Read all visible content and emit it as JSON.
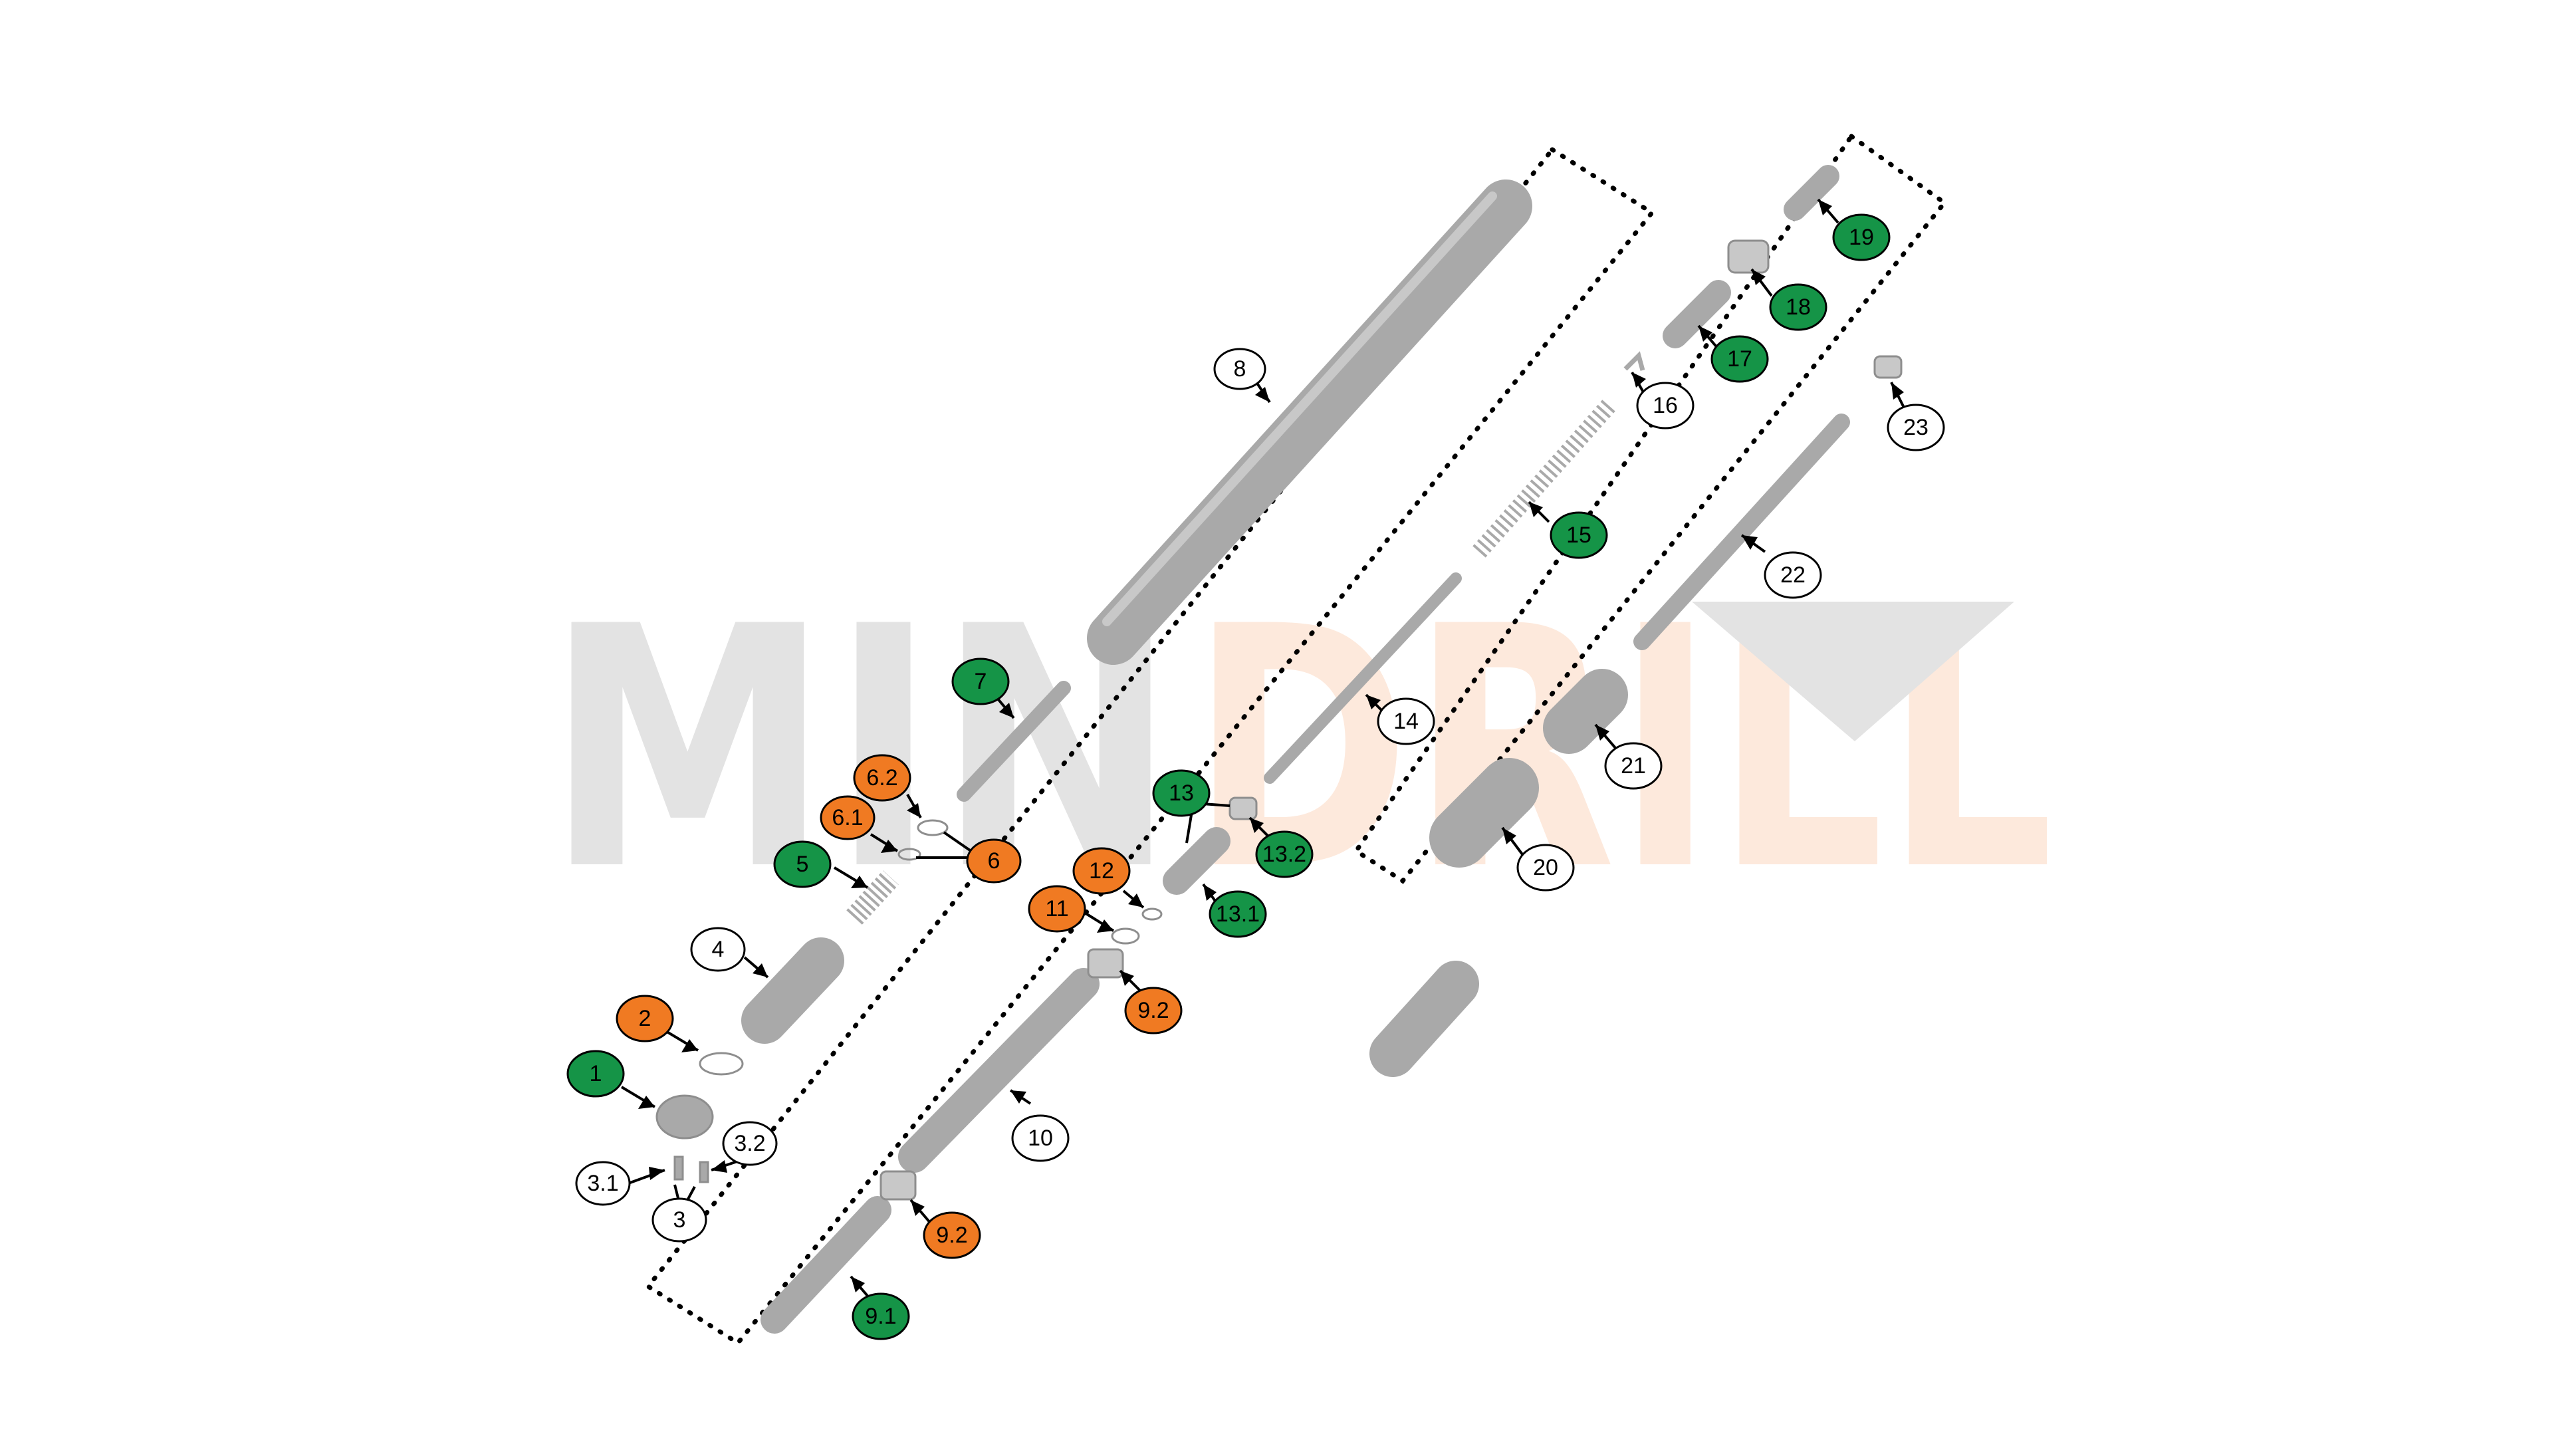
{
  "watermark": {
    "left": "MIN",
    "right": "DRILL"
  },
  "colors": {
    "green": "#159447",
    "orange": "#f07a22",
    "white": "#ffffff",
    "part_fill": "#a9a9a9",
    "part_light": "#c8c8c8",
    "watermark_gray": "#e3e3e3",
    "watermark_orange": "#fde9dc"
  },
  "callouts": [
    {
      "label": "1",
      "color": "green"
    },
    {
      "label": "2",
      "color": "orange"
    },
    {
      "label": "3",
      "color": "white"
    },
    {
      "label": "3.1",
      "color": "white"
    },
    {
      "label": "3.2",
      "color": "white"
    },
    {
      "label": "4",
      "color": "white"
    },
    {
      "label": "5",
      "color": "green"
    },
    {
      "label": "6",
      "color": "orange"
    },
    {
      "label": "6.1",
      "color": "orange"
    },
    {
      "label": "6.2",
      "color": "orange"
    },
    {
      "label": "7",
      "color": "green"
    },
    {
      "label": "8",
      "color": "white"
    },
    {
      "label": "9.1",
      "color": "green"
    },
    {
      "label": "9.2",
      "color": "orange"
    },
    {
      "label": "9.2",
      "color": "orange"
    },
    {
      "label": "10",
      "color": "white"
    },
    {
      "label": "11",
      "color": "orange"
    },
    {
      "label": "12",
      "color": "orange"
    },
    {
      "label": "13",
      "color": "green"
    },
    {
      "label": "13.1",
      "color": "green"
    },
    {
      "label": "13.2",
      "color": "green"
    },
    {
      "label": "14",
      "color": "white"
    },
    {
      "label": "15",
      "color": "green"
    },
    {
      "label": "16",
      "color": "white"
    },
    {
      "label": "17",
      "color": "green"
    },
    {
      "label": "18",
      "color": "green"
    },
    {
      "label": "19",
      "color": "green"
    },
    {
      "label": "20",
      "color": "white"
    },
    {
      "label": "21",
      "color": "white"
    },
    {
      "label": "22",
      "color": "white"
    },
    {
      "label": "23",
      "color": "white"
    }
  ]
}
